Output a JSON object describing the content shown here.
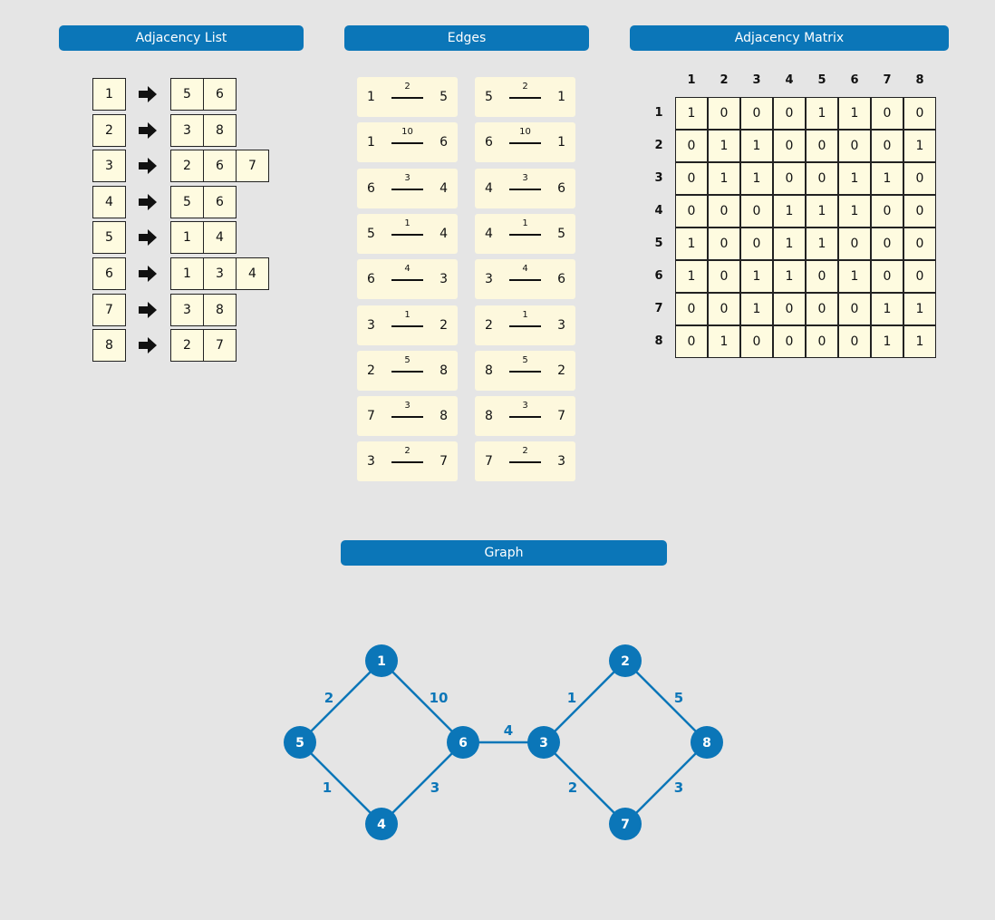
{
  "headers": {
    "adjacency_list": "Adjacency List",
    "edges": "Edges",
    "adjacency_matrix": "Adjacency Matrix",
    "graph": "Graph"
  },
  "adjacency_list": [
    {
      "node": "1",
      "neighbors": [
        "5",
        "6"
      ]
    },
    {
      "node": "2",
      "neighbors": [
        "3",
        "8"
      ]
    },
    {
      "node": "3",
      "neighbors": [
        "2",
        "6",
        "7"
      ]
    },
    {
      "node": "4",
      "neighbors": [
        "5",
        "6"
      ]
    },
    {
      "node": "5",
      "neighbors": [
        "1",
        "4"
      ]
    },
    {
      "node": "6",
      "neighbors": [
        "1",
        "3",
        "4"
      ]
    },
    {
      "node": "7",
      "neighbors": [
        "3",
        "8"
      ]
    },
    {
      "node": "8",
      "neighbors": [
        "2",
        "7"
      ]
    }
  ],
  "edges": [
    [
      {
        "from": "1",
        "to": "5",
        "weight": "2"
      },
      {
        "from": "5",
        "to": "1",
        "weight": "2"
      }
    ],
    [
      {
        "from": "1",
        "to": "6",
        "weight": "10"
      },
      {
        "from": "6",
        "to": "1",
        "weight": "10"
      }
    ],
    [
      {
        "from": "6",
        "to": "4",
        "weight": "3"
      },
      {
        "from": "4",
        "to": "6",
        "weight": "3"
      }
    ],
    [
      {
        "from": "5",
        "to": "4",
        "weight": "1"
      },
      {
        "from": "4",
        "to": "5",
        "weight": "1"
      }
    ],
    [
      {
        "from": "6",
        "to": "3",
        "weight": "4"
      },
      {
        "from": "3",
        "to": "6",
        "weight": "4"
      }
    ],
    [
      {
        "from": "3",
        "to": "2",
        "weight": "1"
      },
      {
        "from": "2",
        "to": "3",
        "weight": "1"
      }
    ],
    [
      {
        "from": "2",
        "to": "8",
        "weight": "5"
      },
      {
        "from": "8",
        "to": "2",
        "weight": "5"
      }
    ],
    [
      {
        "from": "7",
        "to": "8",
        "weight": "3"
      },
      {
        "from": "8",
        "to": "7",
        "weight": "3"
      }
    ],
    [
      {
        "from": "3",
        "to": "7",
        "weight": "2"
      },
      {
        "from": "7",
        "to": "3",
        "weight": "2"
      }
    ]
  ],
  "matrix": {
    "labels": [
      "1",
      "2",
      "3",
      "4",
      "5",
      "6",
      "7",
      "8"
    ],
    "rows": [
      [
        "1",
        "0",
        "0",
        "0",
        "1",
        "1",
        "0",
        "0"
      ],
      [
        "0",
        "1",
        "1",
        "0",
        "0",
        "0",
        "0",
        "1"
      ],
      [
        "0",
        "1",
        "1",
        "0",
        "0",
        "1",
        "1",
        "0"
      ],
      [
        "0",
        "0",
        "0",
        "1",
        "1",
        "1",
        "0",
        "0"
      ],
      [
        "1",
        "0",
        "0",
        "1",
        "1",
        "0",
        "0",
        "0"
      ],
      [
        "1",
        "0",
        "1",
        "1",
        "0",
        "1",
        "0",
        "0"
      ],
      [
        "0",
        "0",
        "1",
        "0",
        "0",
        "0",
        "1",
        "1"
      ],
      [
        "0",
        "1",
        "0",
        "0",
        "0",
        "0",
        "1",
        "1"
      ]
    ]
  },
  "graph": {
    "nodes": [
      "1",
      "2",
      "3",
      "4",
      "5",
      "6",
      "7",
      "8"
    ],
    "edges": [
      {
        "a": "1",
        "b": "5",
        "weight": "2"
      },
      {
        "a": "1",
        "b": "6",
        "weight": "10"
      },
      {
        "a": "5",
        "b": "4",
        "weight": "1"
      },
      {
        "a": "6",
        "b": "4",
        "weight": "3"
      },
      {
        "a": "6",
        "b": "3",
        "weight": "4"
      },
      {
        "a": "3",
        "b": "2",
        "weight": "1"
      },
      {
        "a": "2",
        "b": "8",
        "weight": "5"
      },
      {
        "a": "3",
        "b": "7",
        "weight": "2"
      },
      {
        "a": "7",
        "b": "8",
        "weight": "3"
      }
    ]
  },
  "colors": {
    "accent": "#0b76b8",
    "cell": "#fefbe0",
    "edge_card": "#fdf8dd",
    "background": "#e5e5e5"
  },
  "icons": {
    "list_arrow": "right-arrow-icon"
  }
}
